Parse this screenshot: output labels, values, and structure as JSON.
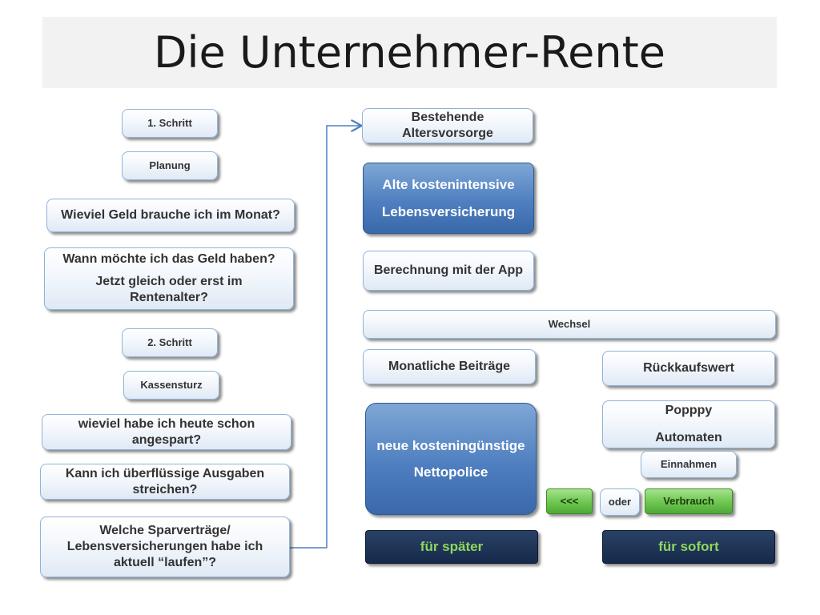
{
  "title": "Die Unternehmer-Rente",
  "left": {
    "step1": "1. Schritt",
    "planung": "Planung",
    "q_geld": "Wieviel Geld brauche ich im Monat?",
    "q_wann_1": "Wann möchte ich das Geld haben?",
    "q_wann_2": "Jetzt gleich oder erst im Rentenalter?",
    "step2": "2. Schritt",
    "kassensturz": "Kassensturz",
    "q_angespart": "wieviel habe ich heute schon angespart?",
    "q_ausgaben": "Kann ich überflüssige Ausgaben streichen?",
    "q_sparvertraege": "Welche Sparverträge/ Lebensversicherungen habe ich aktuell “laufen”?"
  },
  "right": {
    "bestehende": "Bestehende Altersvorsorge",
    "alte_1": "Alte kostenintensive",
    "alte_2": "Lebensversicherung",
    "berechnung": "Berechnung mit der App",
    "wechsel": "Wechsel",
    "monatliche": "Monatliche Beiträge",
    "rueckkauf": "Rückkaufswert",
    "neue_1": "neue kosteningünstige",
    "neue_2": "Nettopolice",
    "popppy_1": "Popppy",
    "popppy_2": "Automaten",
    "einnahmen": "Einnahmen",
    "back": "<<<",
    "oder": "oder",
    "verbrauch": "Verbrauch",
    "spaeter": "für später",
    "sofort": "für sofort"
  },
  "colors": {
    "accent_blue": "#4f7fc0",
    "dark_navy": "#162a4a",
    "green_text": "#8fd65e",
    "green_button": "#6cc64f",
    "connector": "#4f7fc0"
  }
}
